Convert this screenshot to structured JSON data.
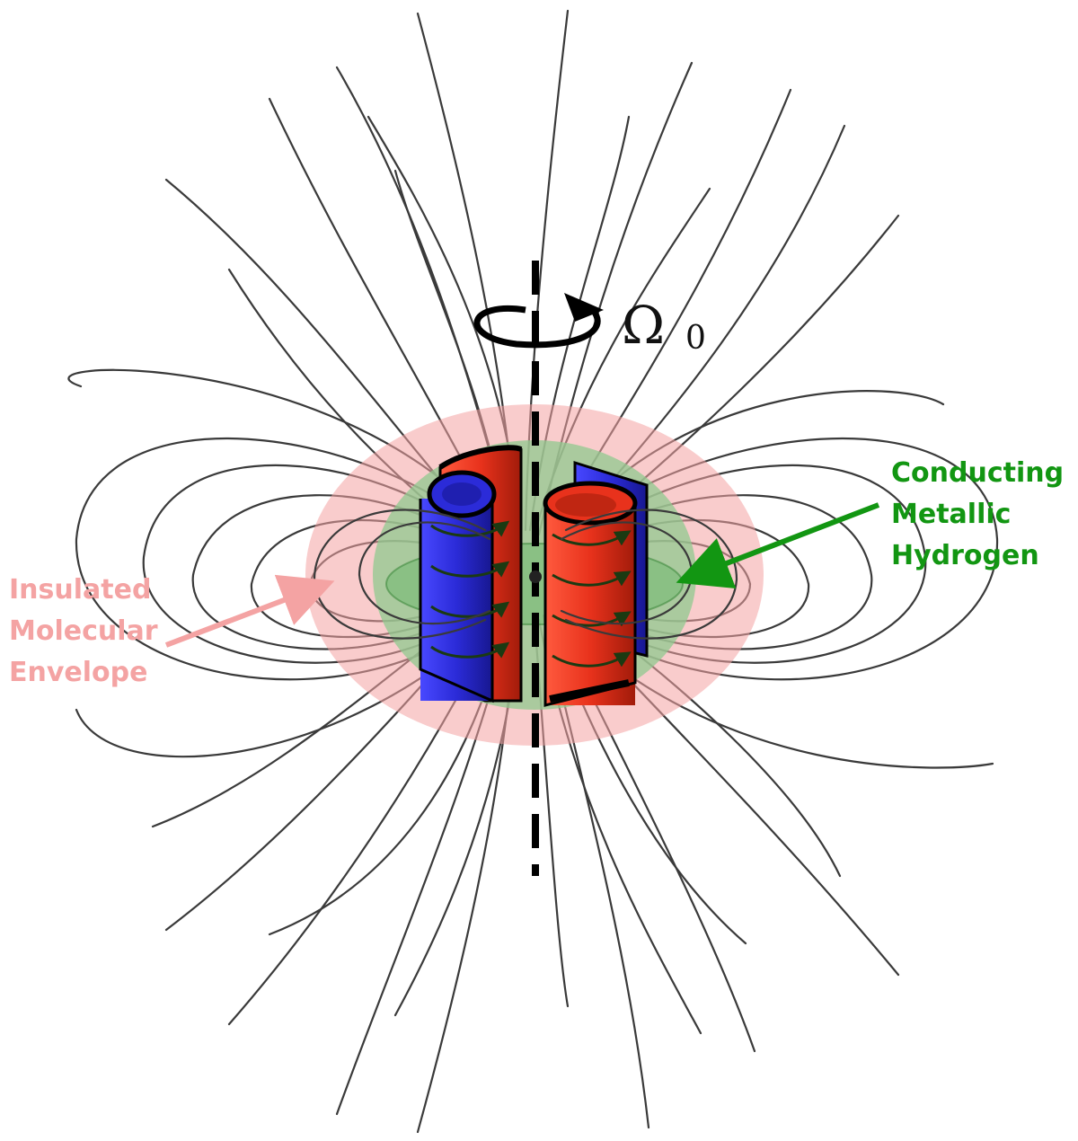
{
  "rotation_label": {
    "symbol": "Ω",
    "subscript": "0"
  },
  "labels": {
    "envelope": [
      "Insulated",
      "Molecular",
      "Envelope"
    ],
    "metallic": [
      "Conducting",
      "Metallic",
      "Hydrogen"
    ]
  },
  "colors": {
    "envelope": "#f4a3a3",
    "metallic_text": "#129612",
    "metallic_region": "#8fc98f",
    "cylinder_red": "#e8321c",
    "cylinder_blue": "#2b2bd8",
    "field_lines": "#3a3a3a",
    "axis": "#000000"
  }
}
